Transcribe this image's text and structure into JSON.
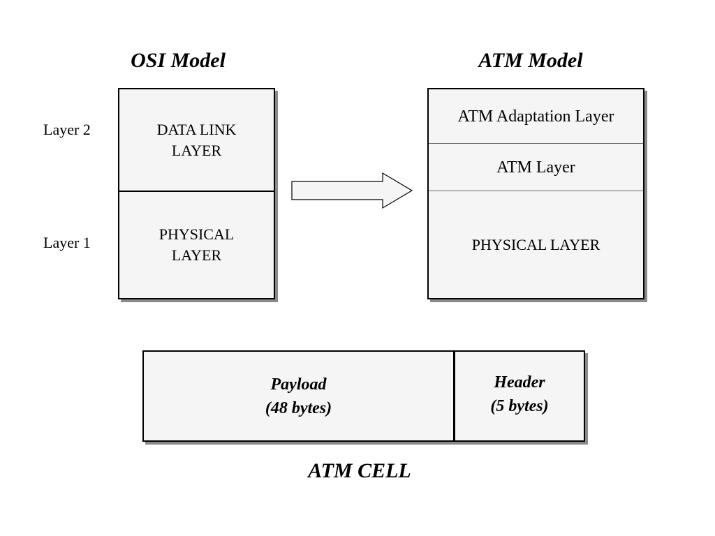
{
  "osi": {
    "title": "OSI Model",
    "layer2_label": "Layer 2",
    "layer1_label": "Layer 1",
    "data_link": [
      "DATA LINK",
      "LAYER"
    ],
    "physical": [
      "PHYSICAL",
      "LAYER"
    ]
  },
  "atm": {
    "title": "ATM Model",
    "adaptation_layer": "ATM Adaptation Layer",
    "atm_layer": "ATM Layer",
    "physical_layer": "PHYSICAL LAYER"
  },
  "cell": {
    "title": "ATM CELL",
    "payload": [
      "Payload",
      "(48 bytes)"
    ],
    "header": [
      "Header",
      "(5 bytes)"
    ]
  },
  "colors": {
    "box_fill": "#f5f5f5",
    "shadow": "#8a8a8a",
    "border": "#000000"
  }
}
